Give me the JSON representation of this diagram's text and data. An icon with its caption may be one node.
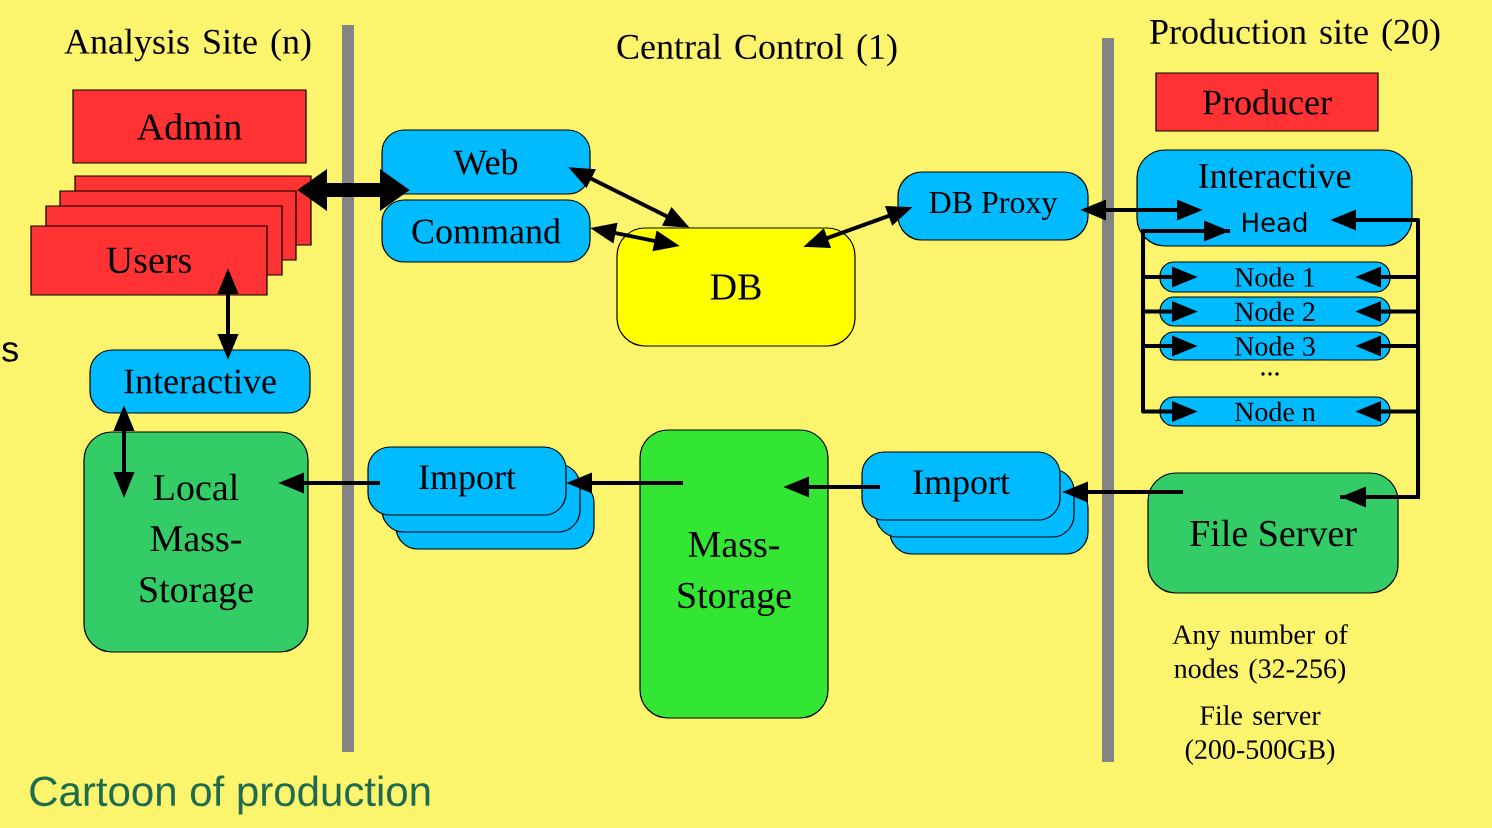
{
  "diagram": {
    "caption": "Cartoon of production",
    "nodes": [
      {
        "text": [
          "Admin"
        ]
      },
      {
        "text": [
          "Users"
        ]
      },
      {
        "text": [
          "Interactive"
        ]
      },
      {
        "text": [
          "Local Mass-Storage"
        ]
      },
      {
        "text": [
          "Web"
        ]
      },
      {
        "text": [
          "Command"
        ]
      },
      {
        "text": [
          "DB"
        ]
      },
      {
        "text": [
          "DB Proxy"
        ]
      },
      {
        "text": [
          "Import"
        ]
      },
      {
        "text": [
          "Mass-Storage"
        ]
      },
      {
        "text": [
          "Import"
        ]
      },
      {
        "text": [
          "Producer"
        ]
      },
      {
        "text": [
          "Interactive",
          "Head"
        ]
      },
      {
        "text": [
          "Node 1"
        ]
      },
      {
        "text": [
          "Node 2"
        ]
      },
      {
        "text": [
          "Node 3"
        ]
      },
      {
        "text": [
          "Node n"
        ]
      },
      {
        "text": [
          "File Server"
        ]
      }
    ],
    "edges": [
      {
        "from": 1,
        "to": 4,
        "arrow": "both",
        "style": "thick"
      },
      {
        "from": 1,
        "to": 2,
        "arrow": "both"
      },
      {
        "from": 2,
        "to": 3,
        "arrow": "both"
      },
      {
        "from": 4,
        "to": 6,
        "arrow": "both"
      },
      {
        "from": 5,
        "to": 6,
        "arrow": "both"
      },
      {
        "from": 6,
        "to": 7,
        "arrow": "both"
      },
      {
        "from": 7,
        "to": 12,
        "arrow": "both"
      },
      {
        "from": 12,
        "to": 13,
        "arrow": "both"
      },
      {
        "from": 12,
        "to": 14,
        "arrow": "both"
      },
      {
        "from": 12,
        "to": 15,
        "arrow": "both"
      },
      {
        "from": 12,
        "to": 16,
        "arrow": "both"
      },
      {
        "from": 12,
        "to": 17,
        "arrow": "both"
      },
      {
        "from": 13,
        "to": 17,
        "arrow": "both"
      },
      {
        "from": 14,
        "to": 17,
        "arrow": "both"
      },
      {
        "from": 15,
        "to": 17,
        "arrow": "both"
      },
      {
        "from": 16,
        "to": 17,
        "arrow": "both"
      },
      {
        "from": 17,
        "to": 10,
        "arrow": "to"
      },
      {
        "from": 10,
        "to": 9,
        "arrow": "to"
      },
      {
        "from": 9,
        "to": 8,
        "arrow": "to"
      },
      {
        "from": 8,
        "to": 3,
        "arrow": "to"
      }
    ],
    "labels": [
      "Analysis Site (n)",
      "Central Control (1)",
      "Production site (20)",
      "s",
      "...",
      "Any number of nodes (32-256)",
      "File server (200-500GB)"
    ]
  }
}
